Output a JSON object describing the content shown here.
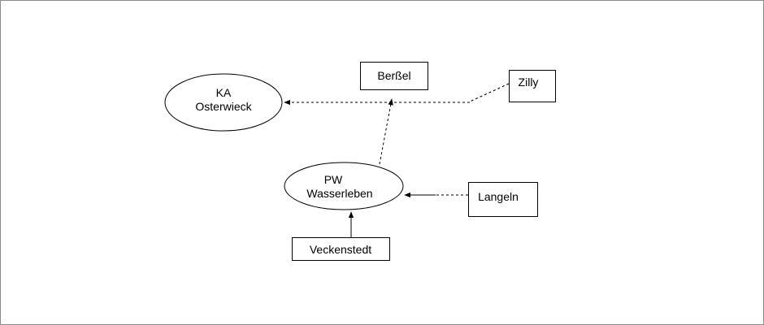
{
  "nodes": {
    "ka_osterwieck": {
      "line1": "KA",
      "line2": "Osterwieck",
      "shape": "ellipse"
    },
    "pw_wasserleben": {
      "line1": "PW",
      "line2": "Wasserleben",
      "shape": "ellipse"
    },
    "bersel": {
      "label": "Berßel",
      "shape": "box"
    },
    "zilly": {
      "label": "Zilly",
      "shape": "box"
    },
    "langeln": {
      "label": "Langeln",
      "shape": "box"
    },
    "veckenstedt": {
      "label": "Veckenstedt",
      "shape": "box"
    }
  },
  "edges": [
    {
      "from": "zilly",
      "to": "ka_osterwieck",
      "style": "dashed"
    },
    {
      "from": "pw_wasserleben",
      "to": "ka_osterwieck",
      "style": "dashed"
    },
    {
      "from": "langeln",
      "to": "pw_wasserleben",
      "style": "dashed"
    },
    {
      "from": "veckenstedt",
      "to": "pw_wasserleben",
      "style": "solid"
    }
  ],
  "colors": {
    "stroke": "#000000",
    "frame": "#8c8c8c",
    "background": "#ffffff"
  }
}
